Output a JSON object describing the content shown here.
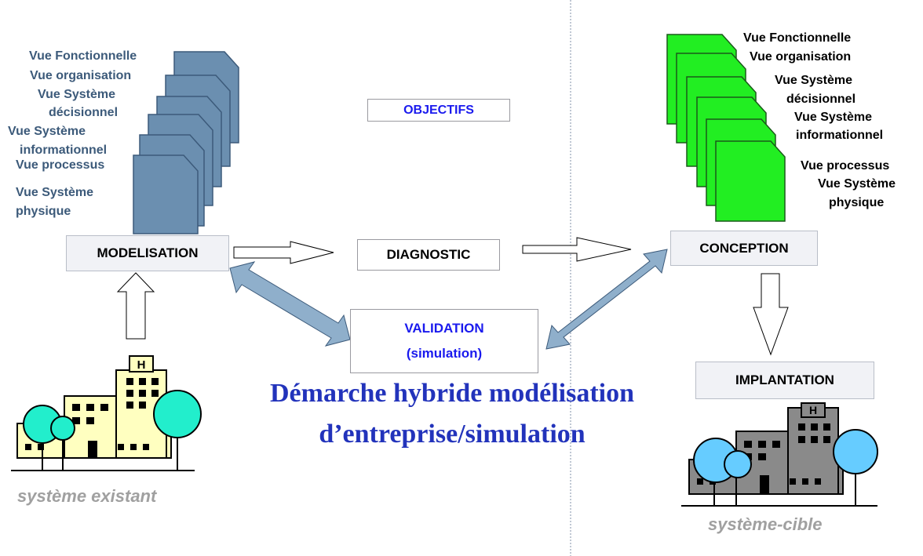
{
  "left_views": {
    "fonctionnelle": "Vue  Fonctionnelle",
    "organisation": "Vue organisation",
    "systeme_decisionnel_1": "Vue Système",
    "systeme_decisionnel_2": "décisionnel",
    "systeme_informationnel_1": "Vue Système",
    "systeme_informationnel_2": "informationnel",
    "processus": "Vue processus",
    "systeme_physique_1": "Vue Système",
    "systeme_physique_2": "physique"
  },
  "right_views": {
    "fonctionnelle": "Vue  Fonctionnelle",
    "organisation": "Vue organisation",
    "systeme_decisionnel_1": "Vue Système",
    "systeme_decisionnel_2": "décisionnel",
    "systeme_informationnel_1": "Vue Système",
    "systeme_informationnel_2": "informationnel",
    "processus": "Vue processus",
    "systeme_physique_1": "Vue Système",
    "systeme_physique_2": "physique"
  },
  "boxes": {
    "objectifs": "OBJECTIFS",
    "modelisation": "MODELISATION",
    "diagnostic": "DIAGNOSTIC",
    "conception": "CONCEPTION",
    "validation_1": "VALIDATION",
    "validation_2": "(simulation)",
    "implantation": "IMPLANTATION"
  },
  "title": {
    "line1": "Démarche hybride modélisation",
    "line2": "d’entreprise/simulation"
  },
  "captions": {
    "existing": "système existant",
    "target": "système-cible"
  },
  "colors": {
    "left_docs": "#6b8fb0",
    "right_docs": "#22ee22",
    "blue_text": "#1a1aee",
    "title": "#2233bb",
    "double_arrows": "#8fafcb",
    "building_existing": "#ffffc0",
    "building_target": "#8a8a8a",
    "trees_existing": "#22eecc",
    "trees_target": "#66ccff"
  }
}
